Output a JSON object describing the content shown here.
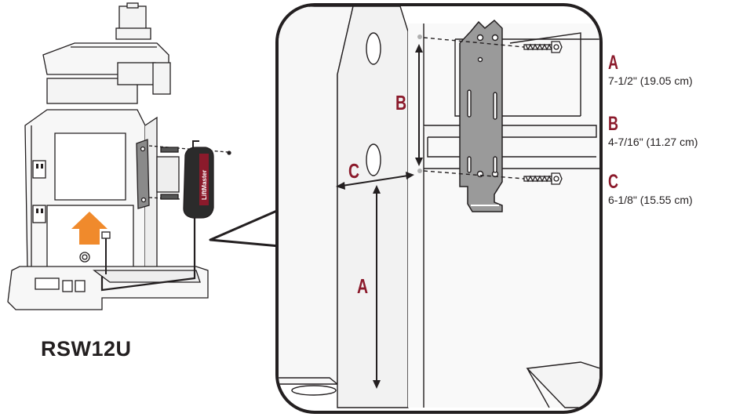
{
  "model": "RSW12U",
  "brand_label": "LiftMaster",
  "colors": {
    "accent": "#8b1a2b",
    "arrow": "#f08a2c",
    "line": "#231f20",
    "bracket": "#9a9a9a"
  },
  "dimensions": [
    {
      "letter": "A",
      "value": "7-1/2\" (19.05 cm)"
    },
    {
      "letter": "B",
      "value": "4-7/16\" (11.27 cm)"
    },
    {
      "letter": "C",
      "value": "6-1/8\" (15.55 cm)"
    }
  ],
  "callouts": {
    "a": "A",
    "b": "B",
    "c": "C"
  }
}
